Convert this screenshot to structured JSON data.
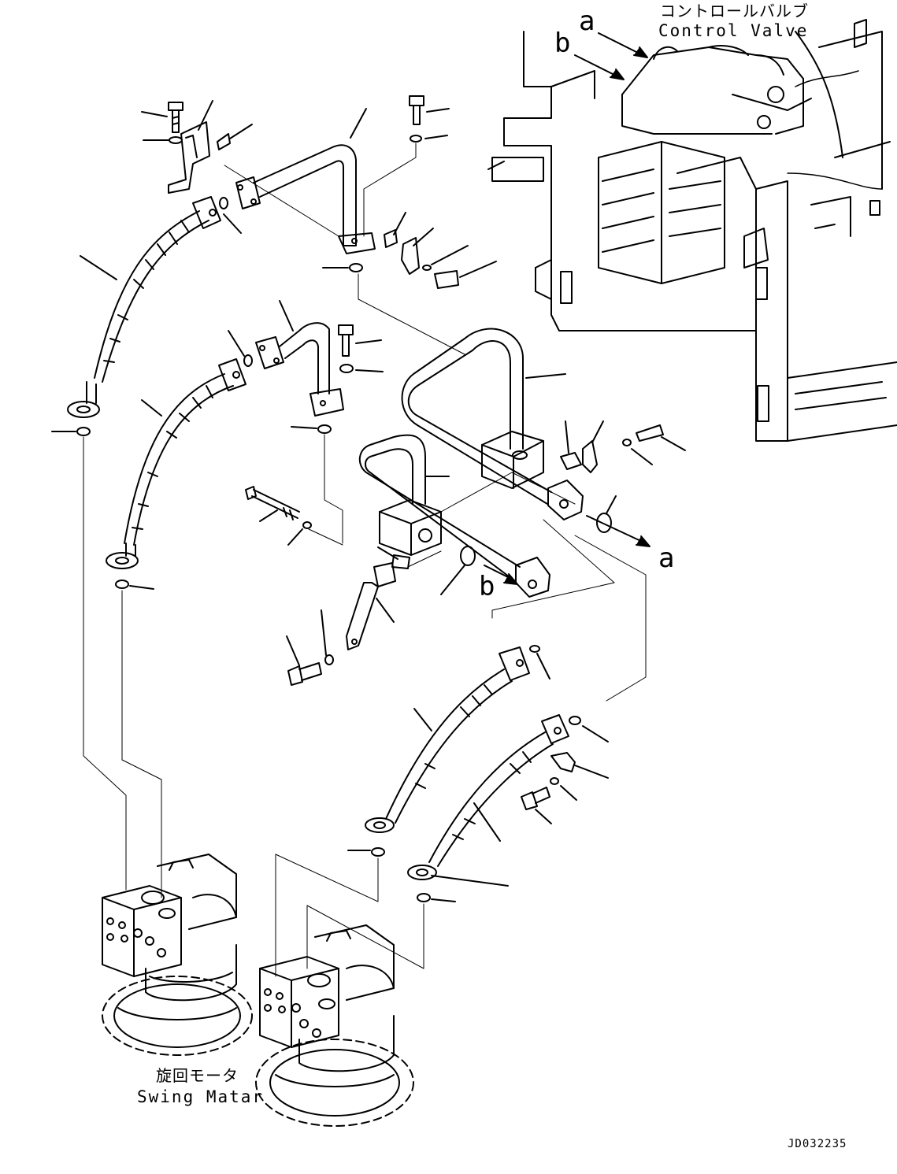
{
  "labels": {
    "control_valve_jp": "コントロールバルブ",
    "control_valve_en": "Control Valve",
    "swing_motor_jp": "旋回モータ",
    "swing_motor_en": "Swing Matar",
    "ref_a_top": "a",
    "ref_b_top": "b",
    "ref_a_arrow": "a",
    "ref_b_arrow": "b",
    "drawing_code": "JD032235"
  },
  "colors": {
    "line": "#000000",
    "background": "#ffffff"
  }
}
